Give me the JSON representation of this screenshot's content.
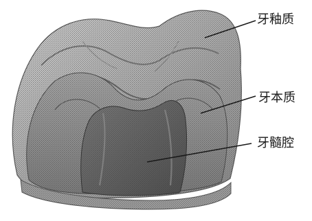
{
  "labels": {
    "enamel": "牙釉质",
    "dentin": "牙本质",
    "pulp_cavity": "牙髓腔"
  },
  "colors": {
    "background": "#ffffff",
    "enamel_fill": "#b8b8b8",
    "dentin_fill": "#9a9a9a",
    "pulp_fill": "#6e6e6e",
    "line": "#1a1a1a"
  }
}
